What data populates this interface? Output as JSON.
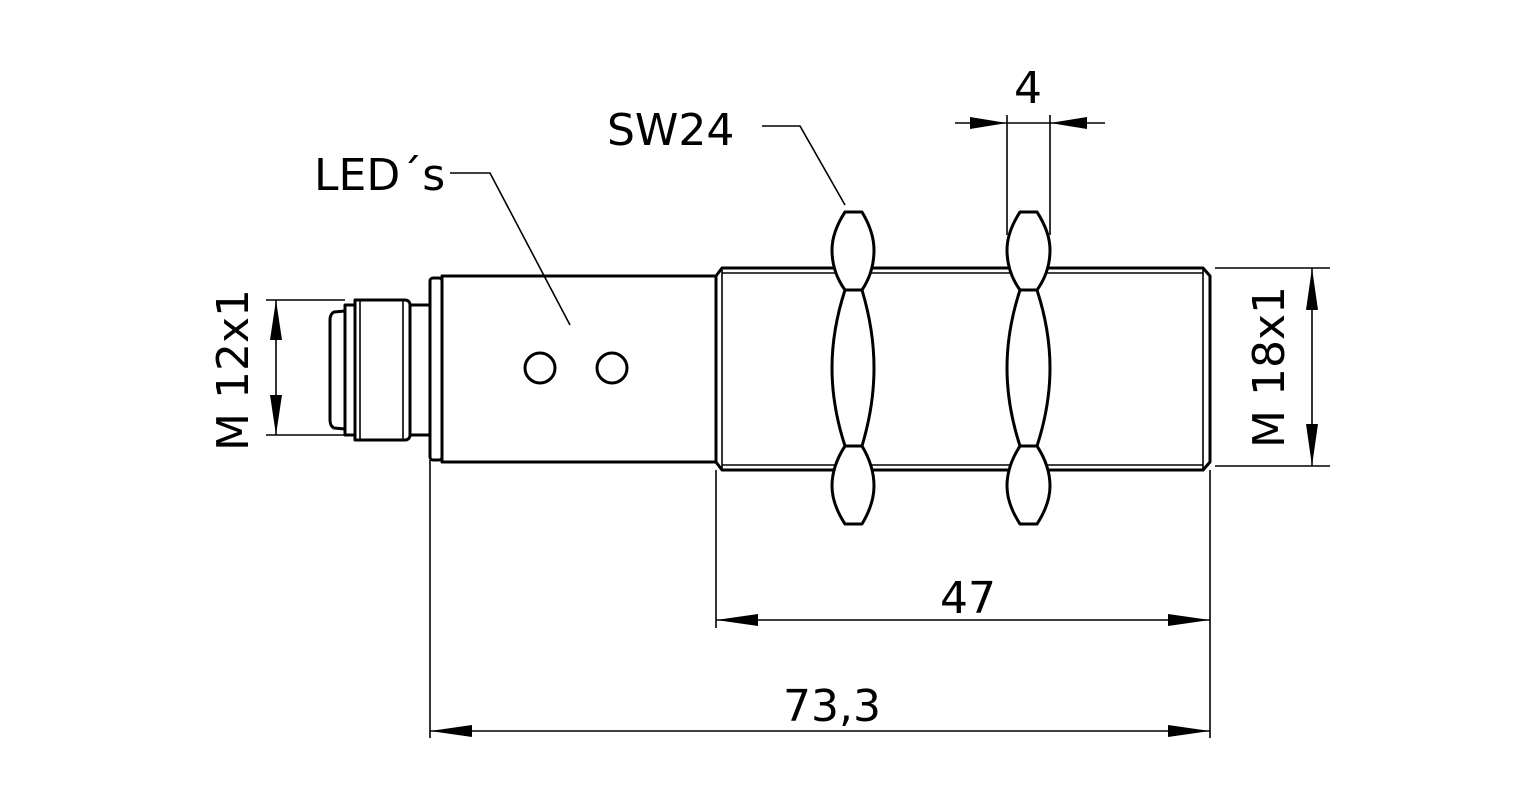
{
  "labels": {
    "leds": "LED´s",
    "wrench": "SW24",
    "nut_width": "4",
    "thread_length": "47",
    "total_length": "73,3",
    "connector_thread": "M 12x1",
    "body_thread": "M 18x1"
  },
  "colors": {
    "line": "#000000",
    "background": "#ffffff"
  }
}
